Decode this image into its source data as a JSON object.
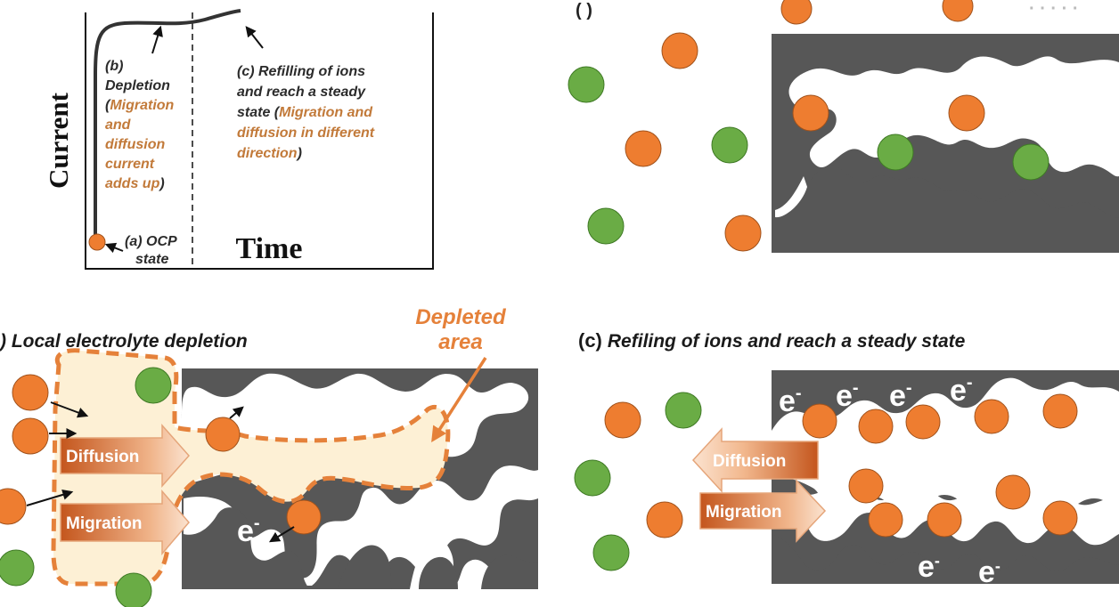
{
  "colors": {
    "electrode": "#575757",
    "cation": "#ee7d30",
    "anion": "#6aac45",
    "depleted_fill": "#fdf0d5",
    "depleted_border": "#e5813a",
    "annotation_orange": "#c27a3a"
  },
  "graph": {
    "y_axis": "Current",
    "x_axis": "Time",
    "label_b_title_1": "(b)",
    "label_b_title_2": "Depletion",
    "label_b_paren_open": "(",
    "label_b_orange_1": "Migration",
    "label_b_orange_2": "and",
    "label_b_orange_3": "diffusion",
    "label_b_orange_4": "current",
    "label_b_orange_5": "adds up",
    "label_b_paren_close": ")",
    "label_c_1": "(c) Refilling of ions",
    "label_c_2": "and reach a steady",
    "label_c_3": "state (",
    "label_c_orange_1": "Migration and",
    "label_c_orange_2": "diffusion in different",
    "label_c_orange_3": "direction",
    "label_c_close": ")",
    "label_a_1": "(a) OCP",
    "label_a_2": "state"
  },
  "panel_b": {
    "heading": ") Local electrolyte depletion",
    "depleted_label_1": "Depleted",
    "depleted_label_2": "area",
    "diffusion": "Diffusion",
    "migration": "Migration",
    "electron": "e",
    "electron_sup": "-"
  },
  "panel_c": {
    "heading_prefix": "(c)",
    "heading": "Refiling of ions and reach a steady state",
    "diffusion": "Diffusion",
    "migration": "Migration",
    "electron": "e",
    "electron_sup": "-"
  }
}
